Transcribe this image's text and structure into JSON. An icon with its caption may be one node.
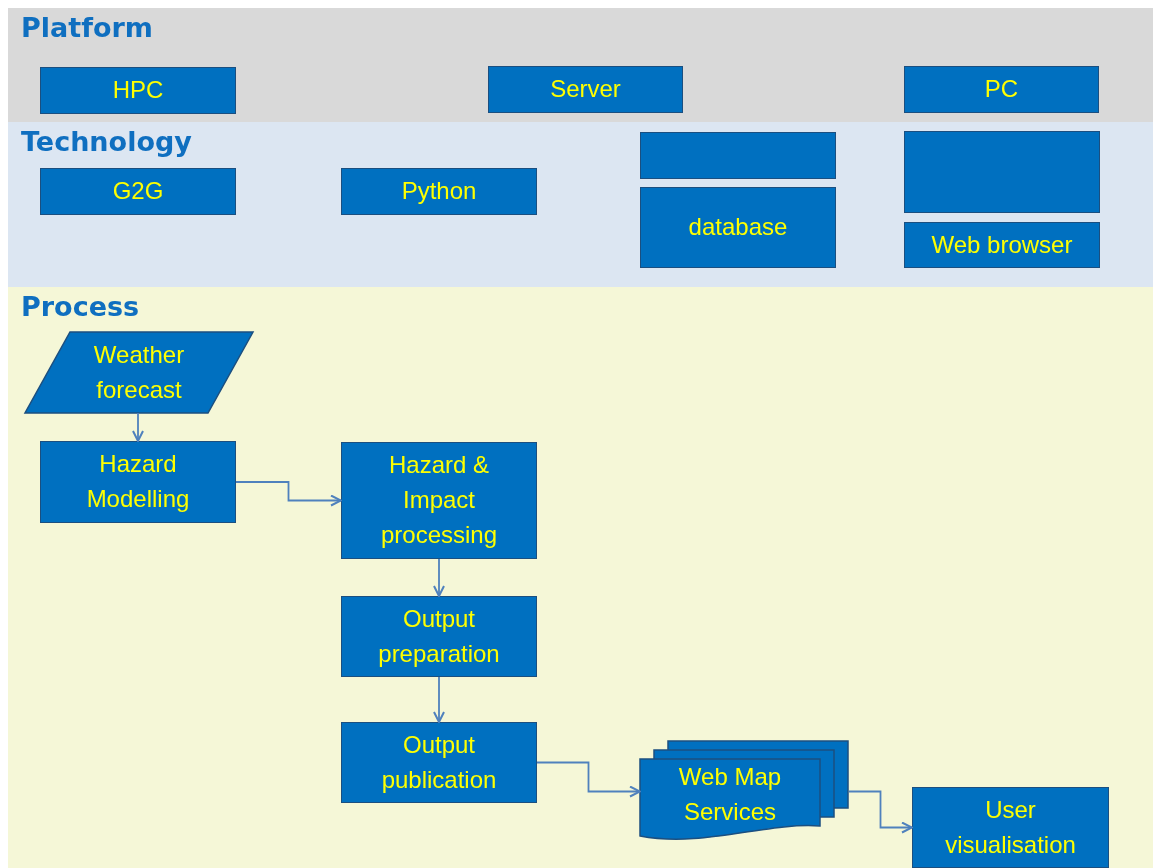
{
  "diagram": {
    "nodes": [
      {
        "text": [
          "Platform"
        ]
      },
      {
        "text": [
          "HPC"
        ],
        "in": 0
      },
      {
        "text": [
          "Server"
        ],
        "in": 0
      },
      {
        "text": [
          "PC"
        ],
        "in": 0
      },
      {
        "text": [
          "Technology"
        ]
      },
      {
        "text": [
          "G2G"
        ],
        "in": 4
      },
      {
        "text": [
          "Python"
        ],
        "in": 4
      },
      {
        "text": [],
        "shape": "box",
        "in": 4
      },
      {
        "text": [
          "database"
        ],
        "in": 4
      },
      {
        "text": [],
        "shape": "box",
        "in": 4
      },
      {
        "text": [
          "Web browser"
        ],
        "in": 4
      },
      {
        "text": [
          "Process"
        ]
      },
      {
        "text": [
          "Weather forecast"
        ],
        "in": 11
      },
      {
        "text": [
          "Hazard Modelling"
        ],
        "in": 11
      },
      {
        "text": [
          "Hazard & Impact processing"
        ],
        "in": 11
      },
      {
        "text": [
          "Output preparation"
        ],
        "in": 11
      },
      {
        "text": [
          "Output publication"
        ],
        "in": 11
      },
      {
        "text": [
          "Web Map Services"
        ],
        "in": 11
      },
      {
        "text": [
          "User visualisation"
        ],
        "in": 11
      }
    ],
    "edges": [
      {
        "from": 12,
        "to": 13,
        "arrow": "to"
      },
      {
        "from": 13,
        "to": 14,
        "arrow": "to"
      },
      {
        "from": 14,
        "to": 15,
        "arrow": "to"
      },
      {
        "from": 15,
        "to": 16,
        "arrow": "to"
      },
      {
        "from": 16,
        "to": 17,
        "arrow": "to"
      },
      {
        "from": 17,
        "to": 18,
        "arrow": "to"
      }
    ]
  }
}
